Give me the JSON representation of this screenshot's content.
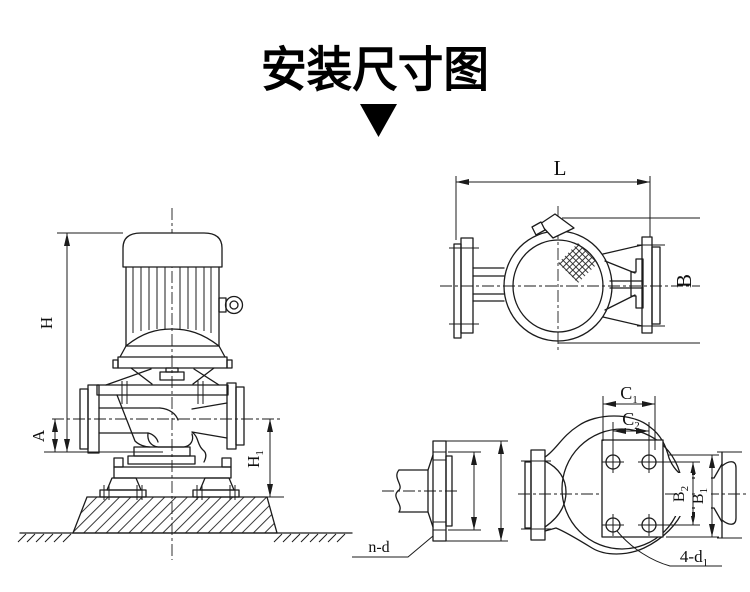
{
  "header": {
    "title": "安装尺寸图",
    "pointer_icon": "down-triangle-icon"
  },
  "views": {
    "front_elevation": {
      "dims": {
        "total_height": "H",
        "suction_height": "A",
        "base_height": {
          "main": "H",
          "sub": "1"
        }
      }
    },
    "top_plan": {
      "dims": {
        "length": "L",
        "width": "B"
      }
    },
    "flange_detail": {
      "bolt_note": "n-d"
    },
    "bottom_plan": {
      "dims": {
        "c1": {
          "main": "C",
          "sub": "1"
        },
        "c2": {
          "main": "C",
          "sub": "2"
        },
        "b2": {
          "main": "B",
          "sub": "2"
        },
        "b1": {
          "main": "B",
          "sub": "1"
        }
      },
      "bolt_note": {
        "main": "4-d",
        "sub": "1"
      }
    }
  }
}
